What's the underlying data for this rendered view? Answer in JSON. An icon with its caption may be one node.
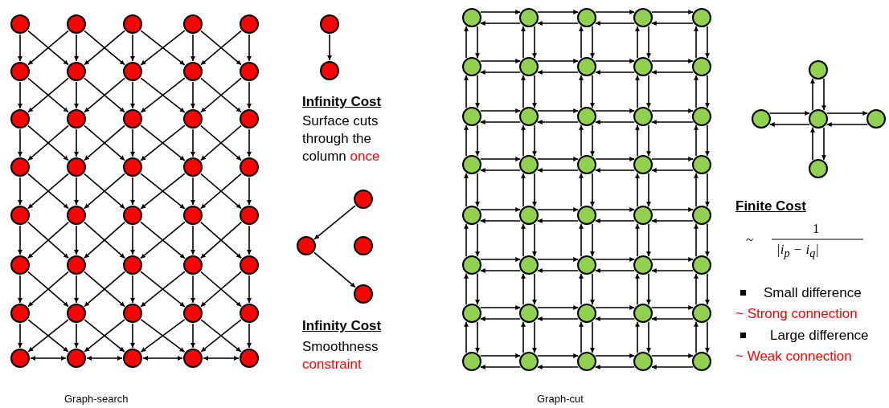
{
  "diagram": {
    "nodes": [
      {
        "text": [],
        "shape": "circle"
      },
      {
        "text": [],
        "shape": "circle"
      },
      {
        "text": [],
        "shape": "circle"
      },
      {
        "text": [],
        "shape": "circle"
      },
      {
        "text": [],
        "shape": "circle"
      },
      {
        "text": [],
        "shape": "circle"
      },
      {
        "text": [],
        "shape": "circle"
      },
      {
        "text": [],
        "shape": "circle"
      },
      {
        "text": [],
        "shape": "circle"
      },
      {
        "text": [],
        "shape": "circle"
      },
      {
        "text": [],
        "shape": "circle"
      },
      {
        "text": [],
        "shape": "circle"
      },
      {
        "text": [],
        "shape": "circle"
      },
      {
        "text": [],
        "shape": "circle"
      },
      {
        "text": [],
        "shape": "circle"
      },
      {
        "text": [],
        "shape": "circle"
      },
      {
        "text": [],
        "shape": "circle"
      },
      {
        "text": [],
        "shape": "circle"
      },
      {
        "text": [],
        "shape": "circle"
      },
      {
        "text": [],
        "shape": "circle"
      },
      {
        "text": [],
        "shape": "circle"
      },
      {
        "text": [],
        "shape": "circle"
      },
      {
        "text": [],
        "shape": "circle"
      },
      {
        "text": [],
        "shape": "circle"
      },
      {
        "text": [],
        "shape": "circle"
      },
      {
        "text": [],
        "shape": "circle"
      },
      {
        "text": [],
        "shape": "circle"
      },
      {
        "text": [],
        "shape": "circle"
      },
      {
        "text": [],
        "shape": "circle"
      },
      {
        "text": [],
        "shape": "circle"
      },
      {
        "text": [],
        "shape": "circle"
      },
      {
        "text": [],
        "shape": "circle"
      },
      {
        "text": [],
        "shape": "circle"
      },
      {
        "text": [],
        "shape": "circle"
      },
      {
        "text": [],
        "shape": "circle"
      },
      {
        "text": [],
        "shape": "circle"
      },
      {
        "text": [],
        "shape": "circle"
      },
      {
        "text": [],
        "shape": "circle"
      },
      {
        "text": [],
        "shape": "circle"
      },
      {
        "text": [],
        "shape": "circle"
      },
      {
        "text": [],
        "shape": "circle"
      },
      {
        "text": [],
        "shape": "circle"
      },
      {
        "text": [],
        "shape": "circle"
      },
      {
        "text": [],
        "shape": "circle"
      },
      {
        "text": [],
        "shape": "circle"
      },
      {
        "text": [],
        "shape": "circle"
      },
      {
        "text": [],
        "shape": "circle"
      },
      {
        "text": [],
        "shape": "circle"
      },
      {
        "text": [],
        "shape": "circle"
      },
      {
        "text": [],
        "shape": "circle"
      },
      {
        "text": [],
        "shape": "circle"
      },
      {
        "text": [],
        "shape": "circle"
      },
      {
        "text": [],
        "shape": "circle"
      },
      {
        "text": [],
        "shape": "circle"
      },
      {
        "text": [],
        "shape": "circle"
      },
      {
        "text": [],
        "shape": "circle"
      },
      {
        "text": [],
        "shape": "circle"
      },
      {
        "text": [],
        "shape": "circle"
      },
      {
        "text": [],
        "shape": "circle"
      },
      {
        "text": [],
        "shape": "circle"
      },
      {
        "text": [],
        "shape": "circle"
      },
      {
        "text": [],
        "shape": "circle"
      },
      {
        "text": [],
        "shape": "circle"
      },
      {
        "text": [],
        "shape": "circle"
      },
      {
        "text": [],
        "shape": "circle"
      },
      {
        "text": [],
        "shape": "circle"
      },
      {
        "text": [],
        "shape": "circle"
      },
      {
        "text": [],
        "shape": "circle"
      },
      {
        "text": [],
        "shape": "circle"
      },
      {
        "text": [],
        "shape": "circle"
      },
      {
        "text": [],
        "shape": "circle"
      },
      {
        "text": [],
        "shape": "circle"
      },
      {
        "text": [],
        "shape": "circle"
      },
      {
        "text": [],
        "shape": "circle"
      },
      {
        "text": [],
        "shape": "circle"
      },
      {
        "text": [],
        "shape": "circle"
      },
      {
        "text": [],
        "shape": "circle"
      },
      {
        "text": [],
        "shape": "circle"
      },
      {
        "text": [],
        "shape": "circle"
      },
      {
        "text": [],
        "shape": "circle"
      },
      {
        "text": [],
        "shape": "circle"
      },
      {
        "text": [],
        "shape": "circle"
      },
      {
        "text": [],
        "shape": "circle"
      },
      {
        "text": [],
        "shape": "circle"
      },
      {
        "text": [],
        "shape": "circle"
      },
      {
        "text": [],
        "shape": "circle"
      },
      {
        "text": [],
        "shape": "circle"
      },
      {
        "text": [],
        "shape": "circle"
      },
      {
        "text": [],
        "shape": "circle"
      },
      {
        "text": [],
        "shape": "circle"
      },
      {
        "text": [],
        "shape": "circle"
      }
    ],
    "edges": [
      {
        "from": 0,
        "to": 5,
        "arrow": "to"
      },
      {
        "from": 0,
        "to": 6,
        "arrow": "to"
      },
      {
        "from": 1,
        "to": 5,
        "arrow": "to"
      },
      {
        "from": 1,
        "to": 6,
        "arrow": "to"
      },
      {
        "from": 1,
        "to": 7,
        "arrow": "to"
      },
      {
        "from": 2,
        "to": 6,
        "arrow": "to"
      },
      {
        "from": 2,
        "to": 7,
        "arrow": "to"
      },
      {
        "from": 2,
        "to": 8,
        "arrow": "to"
      },
      {
        "from": 3,
        "to": 7,
        "arrow": "to"
      },
      {
        "from": 3,
        "to": 8,
        "arrow": "to"
      },
      {
        "from": 3,
        "to": 9,
        "arrow": "to"
      },
      {
        "from": 4,
        "to": 8,
        "arrow": "to"
      },
      {
        "from": 4,
        "to": 9,
        "arrow": "to"
      },
      {
        "from": 5,
        "to": 10,
        "arrow": "to"
      },
      {
        "from": 5,
        "to": 11,
        "arrow": "to"
      },
      {
        "from": 6,
        "to": 10,
        "arrow": "to"
      },
      {
        "from": 6,
        "to": 11,
        "arrow": "to"
      },
      {
        "from": 6,
        "to": 12,
        "arrow": "to"
      },
      {
        "from": 7,
        "to": 11,
        "arrow": "to"
      },
      {
        "from": 7,
        "to": 12,
        "arrow": "to"
      },
      {
        "from": 7,
        "to": 13,
        "arrow": "to"
      },
      {
        "from": 8,
        "to": 12,
        "arrow": "to"
      },
      {
        "from": 8,
        "to": 13,
        "arrow": "to"
      },
      {
        "from": 8,
        "to": 14,
        "arrow": "to"
      },
      {
        "from": 9,
        "to": 13,
        "arrow": "to"
      },
      {
        "from": 9,
        "to": 14,
        "arrow": "to"
      },
      {
        "from": 10,
        "to": 15,
        "arrow": "to"
      },
      {
        "from": 10,
        "to": 16,
        "arrow": "to"
      },
      {
        "from": 11,
        "to": 15,
        "arrow": "to"
      },
      {
        "from": 11,
        "to": 16,
        "arrow": "to"
      },
      {
        "from": 11,
        "to": 17,
        "arrow": "to"
      },
      {
        "from": 12,
        "to": 16,
        "arrow": "to"
      },
      {
        "from": 12,
        "to": 17,
        "arrow": "to"
      },
      {
        "from": 12,
        "to": 18,
        "arrow": "to"
      },
      {
        "from": 13,
        "to": 17,
        "arrow": "to"
      },
      {
        "from": 13,
        "to": 18,
        "arrow": "to"
      },
      {
        "from": 13,
        "to": 19,
        "arrow": "to"
      },
      {
        "from": 14,
        "to": 18,
        "arrow": "to"
      },
      {
        "from": 14,
        "to": 19,
        "arrow": "to"
      },
      {
        "from": 15,
        "to": 20,
        "arrow": "to"
      },
      {
        "from": 15,
        "to": 21,
        "arrow": "to"
      },
      {
        "from": 16,
        "to": 20,
        "arrow": "to"
      },
      {
        "from": 16,
        "to": 21,
        "arrow": "to"
      },
      {
        "from": 16,
        "to": 22,
        "arrow": "to"
      },
      {
        "from": 17,
        "to": 21,
        "arrow": "to"
      },
      {
        "from": 17,
        "to": 22,
        "arrow": "to"
      },
      {
        "from": 17,
        "to": 23,
        "arrow": "to"
      },
      {
        "from": 18,
        "to": 22,
        "arrow": "to"
      },
      {
        "from": 18,
        "to": 23,
        "arrow": "to"
      },
      {
        "from": 18,
        "to": 24,
        "arrow": "to"
      },
      {
        "from": 19,
        "to": 23,
        "arrow": "to"
      },
      {
        "from": 19,
        "to": 24,
        "arrow": "to"
      },
      {
        "from": 20,
        "to": 25,
        "arrow": "to"
      },
      {
        "from": 20,
        "to": 26,
        "arrow": "to"
      },
      {
        "from": 21,
        "to": 25,
        "arrow": "to"
      },
      {
        "from": 21,
        "to": 26,
        "arrow": "to"
      },
      {
        "from": 21,
        "to": 27,
        "arrow": "to"
      },
      {
        "from": 22,
        "to": 26,
        "arrow": "to"
      },
      {
        "from": 22,
        "to": 27,
        "arrow": "to"
      },
      {
        "from": 22,
        "to": 28,
        "arrow": "to"
      },
      {
        "from": 23,
        "to": 27,
        "arrow": "to"
      },
      {
        "from": 23,
        "to": 28,
        "arrow": "to"
      },
      {
        "from": 23,
        "to": 29,
        "arrow": "to"
      },
      {
        "from": 24,
        "to": 28,
        "arrow": "to"
      },
      {
        "from": 24,
        "to": 29,
        "arrow": "to"
      },
      {
        "from": 25,
        "to": 30,
        "arrow": "to"
      },
      {
        "from": 25,
        "to": 31,
        "arrow": "to"
      },
      {
        "from": 26,
        "to": 30,
        "arrow": "to"
      },
      {
        "from": 26,
        "to": 31,
        "arrow": "to"
      },
      {
        "from": 26,
        "to": 32,
        "arrow": "to"
      },
      {
        "from": 27,
        "to": 31,
        "arrow": "to"
      },
      {
        "from": 27,
        "to": 32,
        "arrow": "to"
      },
      {
        "from": 27,
        "to": 33,
        "arrow": "to"
      },
      {
        "from": 28,
        "to": 32,
        "arrow": "to"
      },
      {
        "from": 28,
        "to": 33,
        "arrow": "to"
      },
      {
        "from": 28,
        "to": 34,
        "arrow": "to"
      },
      {
        "from": 29,
        "to": 33,
        "arrow": "to"
      },
      {
        "from": 29,
        "to": 34,
        "arrow": "to"
      },
      {
        "from": 30,
        "to": 35,
        "arrow": "to"
      },
      {
        "from": 30,
        "to": 36,
        "arrow": "to"
      },
      {
        "from": 31,
        "to": 35,
        "arrow": "to"
      },
      {
        "from": 31,
        "to": 36,
        "arrow": "to"
      },
      {
        "from": 31,
        "to": 37,
        "arrow": "to"
      },
      {
        "from": 32,
        "to": 36,
        "arrow": "to"
      },
      {
        "from": 32,
        "to": 37,
        "arrow": "to"
      },
      {
        "from": 32,
        "to": 38,
        "arrow": "to"
      },
      {
        "from": 33,
        "to": 37,
        "arrow": "to"
      },
      {
        "from": 33,
        "to": 38,
        "arrow": "to"
      },
      {
        "from": 33,
        "to": 39,
        "arrow": "to"
      },
      {
        "from": 34,
        "to": 38,
        "arrow": "to"
      },
      {
        "from": 34,
        "to": 39,
        "arrow": "to"
      },
      {
        "from": 35,
        "to": 36,
        "arrow": "both"
      },
      {
        "from": 36,
        "to": 37,
        "arrow": "both"
      },
      {
        "from": 37,
        "to": 38,
        "arrow": "both"
      },
      {
        "from": 38,
        "to": 39,
        "arrow": "both"
      },
      {
        "from": 40,
        "to": 41,
        "arrow": "to"
      },
      {
        "from": 42,
        "to": 43,
        "arrow": "to"
      },
      {
        "from": 43,
        "to": 45,
        "arrow": "to"
      },
      {
        "from": 46,
        "to": 47,
        "arrow": "to"
      },
      {
        "from": 47,
        "to": 46,
        "arrow": "to"
      },
      {
        "from": 47,
        "to": 48,
        "arrow": "to"
      },
      {
        "from": 48,
        "to": 47,
        "arrow": "to"
      },
      {
        "from": 48,
        "to": 49,
        "arrow": "to"
      },
      {
        "from": 49,
        "to": 48,
        "arrow": "to"
      },
      {
        "from": 49,
        "to": 50,
        "arrow": "to"
      },
      {
        "from": 50,
        "to": 49,
        "arrow": "to"
      },
      {
        "from": 51,
        "to": 46,
        "arrow": "to"
      },
      {
        "from": 46,
        "to": 51,
        "arrow": "to"
      },
      {
        "from": 52,
        "to": 47,
        "arrow": "to"
      },
      {
        "from": 47,
        "to": 52,
        "arrow": "to"
      },
      {
        "from": 53,
        "to": 48,
        "arrow": "to"
      },
      {
        "from": 48,
        "to": 53,
        "arrow": "to"
      },
      {
        "from": 54,
        "to": 49,
        "arrow": "to"
      },
      {
        "from": 49,
        "to": 54,
        "arrow": "to"
      },
      {
        "from": 55,
        "to": 50,
        "arrow": "to"
      },
      {
        "from": 50,
        "to": 55,
        "arrow": "to"
      },
      {
        "from": 51,
        "to": 52,
        "arrow": "to"
      },
      {
        "from": 52,
        "to": 51,
        "arrow": "to"
      },
      {
        "from": 52,
        "to": 53,
        "arrow": "to"
      },
      {
        "from": 53,
        "to": 52,
        "arrow": "to"
      },
      {
        "from": 53,
        "to": 54,
        "arrow": "to"
      },
      {
        "from": 54,
        "to": 53,
        "arrow": "to"
      },
      {
        "from": 54,
        "to": 55,
        "arrow": "to"
      },
      {
        "from": 55,
        "to": 54,
        "arrow": "to"
      },
      {
        "from": 56,
        "to": 51,
        "arrow": "to"
      },
      {
        "from": 51,
        "to": 56,
        "arrow": "to"
      },
      {
        "from": 57,
        "to": 52,
        "arrow": "to"
      },
      {
        "from": 52,
        "to": 57,
        "arrow": "to"
      },
      {
        "from": 58,
        "to": 53,
        "arrow": "to"
      },
      {
        "from": 53,
        "to": 58,
        "arrow": "to"
      },
      {
        "from": 59,
        "to": 54,
        "arrow": "to"
      },
      {
        "from": 54,
        "to": 59,
        "arrow": "to"
      },
      {
        "from": 60,
        "to": 55,
        "arrow": "to"
      },
      {
        "from": 55,
        "to": 60,
        "arrow": "to"
      },
      {
        "from": 56,
        "to": 57,
        "arrow": "to"
      },
      {
        "from": 57,
        "to": 56,
        "arrow": "to"
      },
      {
        "from": 57,
        "to": 58,
        "arrow": "to"
      },
      {
        "from": 58,
        "to": 57,
        "arrow": "to"
      },
      {
        "from": 58,
        "to": 59,
        "arrow": "to"
      },
      {
        "from": 59,
        "to": 58,
        "arrow": "to"
      },
      {
        "from": 59,
        "to": 60,
        "arrow": "to"
      },
      {
        "from": 60,
        "to": 59,
        "arrow": "to"
      },
      {
        "from": 61,
        "to": 56,
        "arrow": "to"
      },
      {
        "from": 56,
        "to": 61,
        "arrow": "to"
      },
      {
        "from": 62,
        "to": 57,
        "arrow": "to"
      },
      {
        "from": 57,
        "to": 62,
        "arrow": "to"
      },
      {
        "from": 63,
        "to": 58,
        "arrow": "to"
      },
      {
        "from": 58,
        "to": 63,
        "arrow": "to"
      },
      {
        "from": 64,
        "to": 59,
        "arrow": "to"
      },
      {
        "from": 59,
        "to": 64,
        "arrow": "to"
      },
      {
        "from": 65,
        "to": 60,
        "arrow": "to"
      },
      {
        "from": 60,
        "to": 65,
        "arrow": "to"
      },
      {
        "from": 61,
        "to": 62,
        "arrow": "to"
      },
      {
        "from": 62,
        "to": 61,
        "arrow": "to"
      },
      {
        "from": 62,
        "to": 63,
        "arrow": "to"
      },
      {
        "from": 63,
        "to": 62,
        "arrow": "to"
      },
      {
        "from": 63,
        "to": 64,
        "arrow": "to"
      },
      {
        "from": 64,
        "to": 63,
        "arrow": "to"
      },
      {
        "from": 64,
        "to": 65,
        "arrow": "to"
      },
      {
        "from": 65,
        "to": 64,
        "arrow": "to"
      },
      {
        "from": 66,
        "to": 61,
        "arrow": "to"
      },
      {
        "from": 61,
        "to": 66,
        "arrow": "to"
      },
      {
        "from": 67,
        "to": 62,
        "arrow": "to"
      },
      {
        "from": 62,
        "to": 67,
        "arrow": "to"
      },
      {
        "from": 68,
        "to": 63,
        "arrow": "to"
      },
      {
        "from": 63,
        "to": 68,
        "arrow": "to"
      },
      {
        "from": 69,
        "to": 64,
        "arrow": "to"
      },
      {
        "from": 64,
        "to": 69,
        "arrow": "to"
      },
      {
        "from": 70,
        "to": 65,
        "arrow": "to"
      },
      {
        "from": 65,
        "to": 70,
        "arrow": "to"
      },
      {
        "from": 66,
        "to": 67,
        "arrow": "to"
      },
      {
        "from": 67,
        "to": 66,
        "arrow": "to"
      },
      {
        "from": 67,
        "to": 68,
        "arrow": "to"
      },
      {
        "from": 68,
        "to": 67,
        "arrow": "to"
      },
      {
        "from": 68,
        "to": 69,
        "arrow": "to"
      },
      {
        "from": 69,
        "to": 68,
        "arrow": "to"
      },
      {
        "from": 69,
        "to": 70,
        "arrow": "to"
      },
      {
        "from": 70,
        "to": 69,
        "arrow": "to"
      },
      {
        "from": 71,
        "to": 66,
        "arrow": "to"
      },
      {
        "from": 66,
        "to": 71,
        "arrow": "to"
      },
      {
        "from": 72,
        "to": 67,
        "arrow": "to"
      },
      {
        "from": 67,
        "to": 72,
        "arrow": "to"
      },
      {
        "from": 73,
        "to": 68,
        "arrow": "to"
      },
      {
        "from": 68,
        "to": 73,
        "arrow": "to"
      },
      {
        "from": 74,
        "to": 69,
        "arrow": "to"
      },
      {
        "from": 69,
        "to": 74,
        "arrow": "to"
      },
      {
        "from": 75,
        "to": 70,
        "arrow": "to"
      },
      {
        "from": 70,
        "to": 75,
        "arrow": "to"
      },
      {
        "from": 71,
        "to": 72,
        "arrow": "to"
      },
      {
        "from": 72,
        "to": 71,
        "arrow": "to"
      },
      {
        "from": 72,
        "to": 73,
        "arrow": "to"
      },
      {
        "from": 73,
        "to": 72,
        "arrow": "to"
      },
      {
        "from": 73,
        "to": 74,
        "arrow": "to"
      },
      {
        "from": 74,
        "to": 73,
        "arrow": "to"
      },
      {
        "from": 74,
        "to": 75,
        "arrow": "to"
      },
      {
        "from": 75,
        "to": 74,
        "arrow": "to"
      },
      {
        "from": 76,
        "to": 71,
        "arrow": "to"
      },
      {
        "from": 71,
        "to": 76,
        "arrow": "to"
      },
      {
        "from": 77,
        "to": 72,
        "arrow": "to"
      },
      {
        "from": 72,
        "to": 77,
        "arrow": "to"
      },
      {
        "from": 78,
        "to": 73,
        "arrow": "to"
      },
      {
        "from": 73,
        "to": 78,
        "arrow": "to"
      },
      {
        "from": 79,
        "to": 74,
        "arrow": "to"
      },
      {
        "from": 74,
        "to": 79,
        "arrow": "to"
      },
      {
        "from": 80,
        "to": 75,
        "arrow": "to"
      },
      {
        "from": 75,
        "to": 80,
        "arrow": "to"
      },
      {
        "from": 76,
        "to": 77,
        "arrow": "to"
      },
      {
        "from": 77,
        "to": 76,
        "arrow": "to"
      },
      {
        "from": 77,
        "to": 78,
        "arrow": "to"
      },
      {
        "from": 78,
        "to": 77,
        "arrow": "to"
      },
      {
        "from": 78,
        "to": 79,
        "arrow": "to"
      },
      {
        "from": 79,
        "to": 78,
        "arrow": "to"
      },
      {
        "from": 79,
        "to": 80,
        "arrow": "to"
      },
      {
        "from": 80,
        "to": 79,
        "arrow": "to"
      },
      {
        "from": 81,
        "to": 76,
        "arrow": "to"
      },
      {
        "from": 76,
        "to": 81,
        "arrow": "to"
      },
      {
        "from": 82,
        "to": 77,
        "arrow": "to"
      },
      {
        "from": 77,
        "to": 82,
        "arrow": "to"
      },
      {
        "from": 83,
        "to": 78,
        "arrow": "to"
      },
      {
        "from": 78,
        "to": 83,
        "arrow": "to"
      },
      {
        "from": 84,
        "to": 79,
        "arrow": "to"
      },
      {
        "from": 79,
        "to": 84,
        "arrow": "to"
      },
      {
        "from": 85,
        "to": 80,
        "arrow": "to"
      },
      {
        "from": 80,
        "to": 85,
        "arrow": "to"
      },
      {
        "from": 81,
        "to": 82,
        "arrow": "to"
      },
      {
        "from": 82,
        "to": 81,
        "arrow": "to"
      },
      {
        "from": 82,
        "to": 83,
        "arrow": "to"
      },
      {
        "from": 83,
        "to": 82,
        "arrow": "to"
      },
      {
        "from": 83,
        "to": 84,
        "arrow": "to"
      },
      {
        "from": 84,
        "to": 83,
        "arrow": "to"
      },
      {
        "from": 84,
        "to": 85,
        "arrow": "to"
      },
      {
        "from": 85,
        "to": 84,
        "arrow": "to"
      },
      {
        "from": 88,
        "to": 86,
        "arrow": "to"
      },
      {
        "from": 86,
        "to": 88,
        "arrow": "to"
      },
      {
        "from": 87,
        "to": 88,
        "arrow": "to"
      },
      {
        "from": 88,
        "to": 87,
        "arrow": "to"
      },
      {
        "from": 88,
        "to": 89,
        "arrow": "to"
      },
      {
        "from": 89,
        "to": 88,
        "arrow": "to"
      },
      {
        "from": 90,
        "to": 88,
        "arrow": "to"
      },
      {
        "from": 88,
        "to": 90,
        "arrow": "to"
      }
    ],
    "labels": [
      "Infinity Cost",
      "Surface cuts through the column",
      "once",
      "Infinity Cost",
      "Smoothness",
      "constraint",
      "Finite Cost",
      "~",
      "1",
      "|i$_{p}$ − i$_{q}$|",
      "Small difference",
      "~ Strong connection",
      "Large difference",
      "~ Weak connection",
      "Graph-search",
      "Graph-cut"
    ]
  }
}
